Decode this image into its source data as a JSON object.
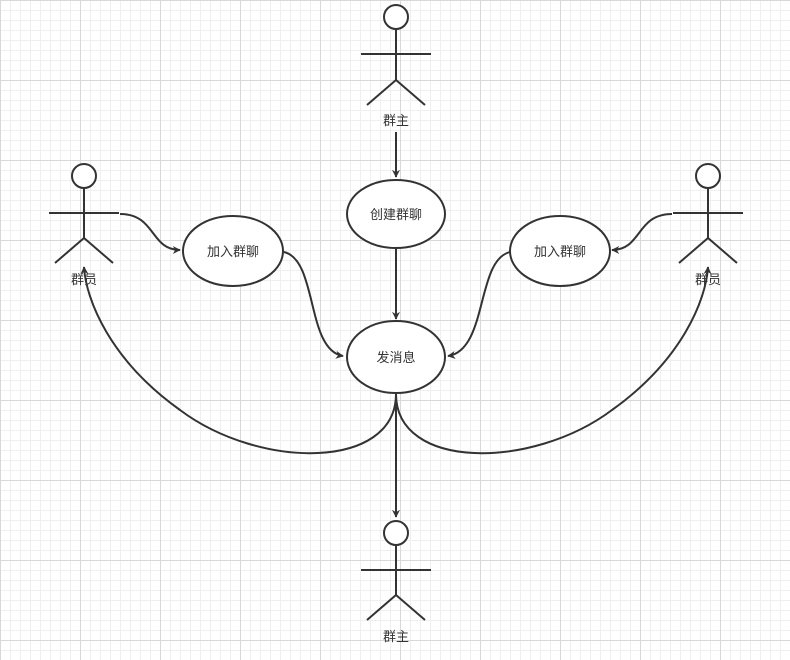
{
  "colors": {
    "stroke": "#333333",
    "fill": "#ffffff",
    "grid": "#d8d8d8"
  },
  "actors": {
    "owner_top": "群主",
    "member_left": "群员",
    "member_right": "群员",
    "owner_bottom": "群主"
  },
  "usecases": {
    "create_group": "创建群聊",
    "join_left": "加入群聊",
    "join_right": "加入群聊",
    "send_message": "发消息"
  }
}
